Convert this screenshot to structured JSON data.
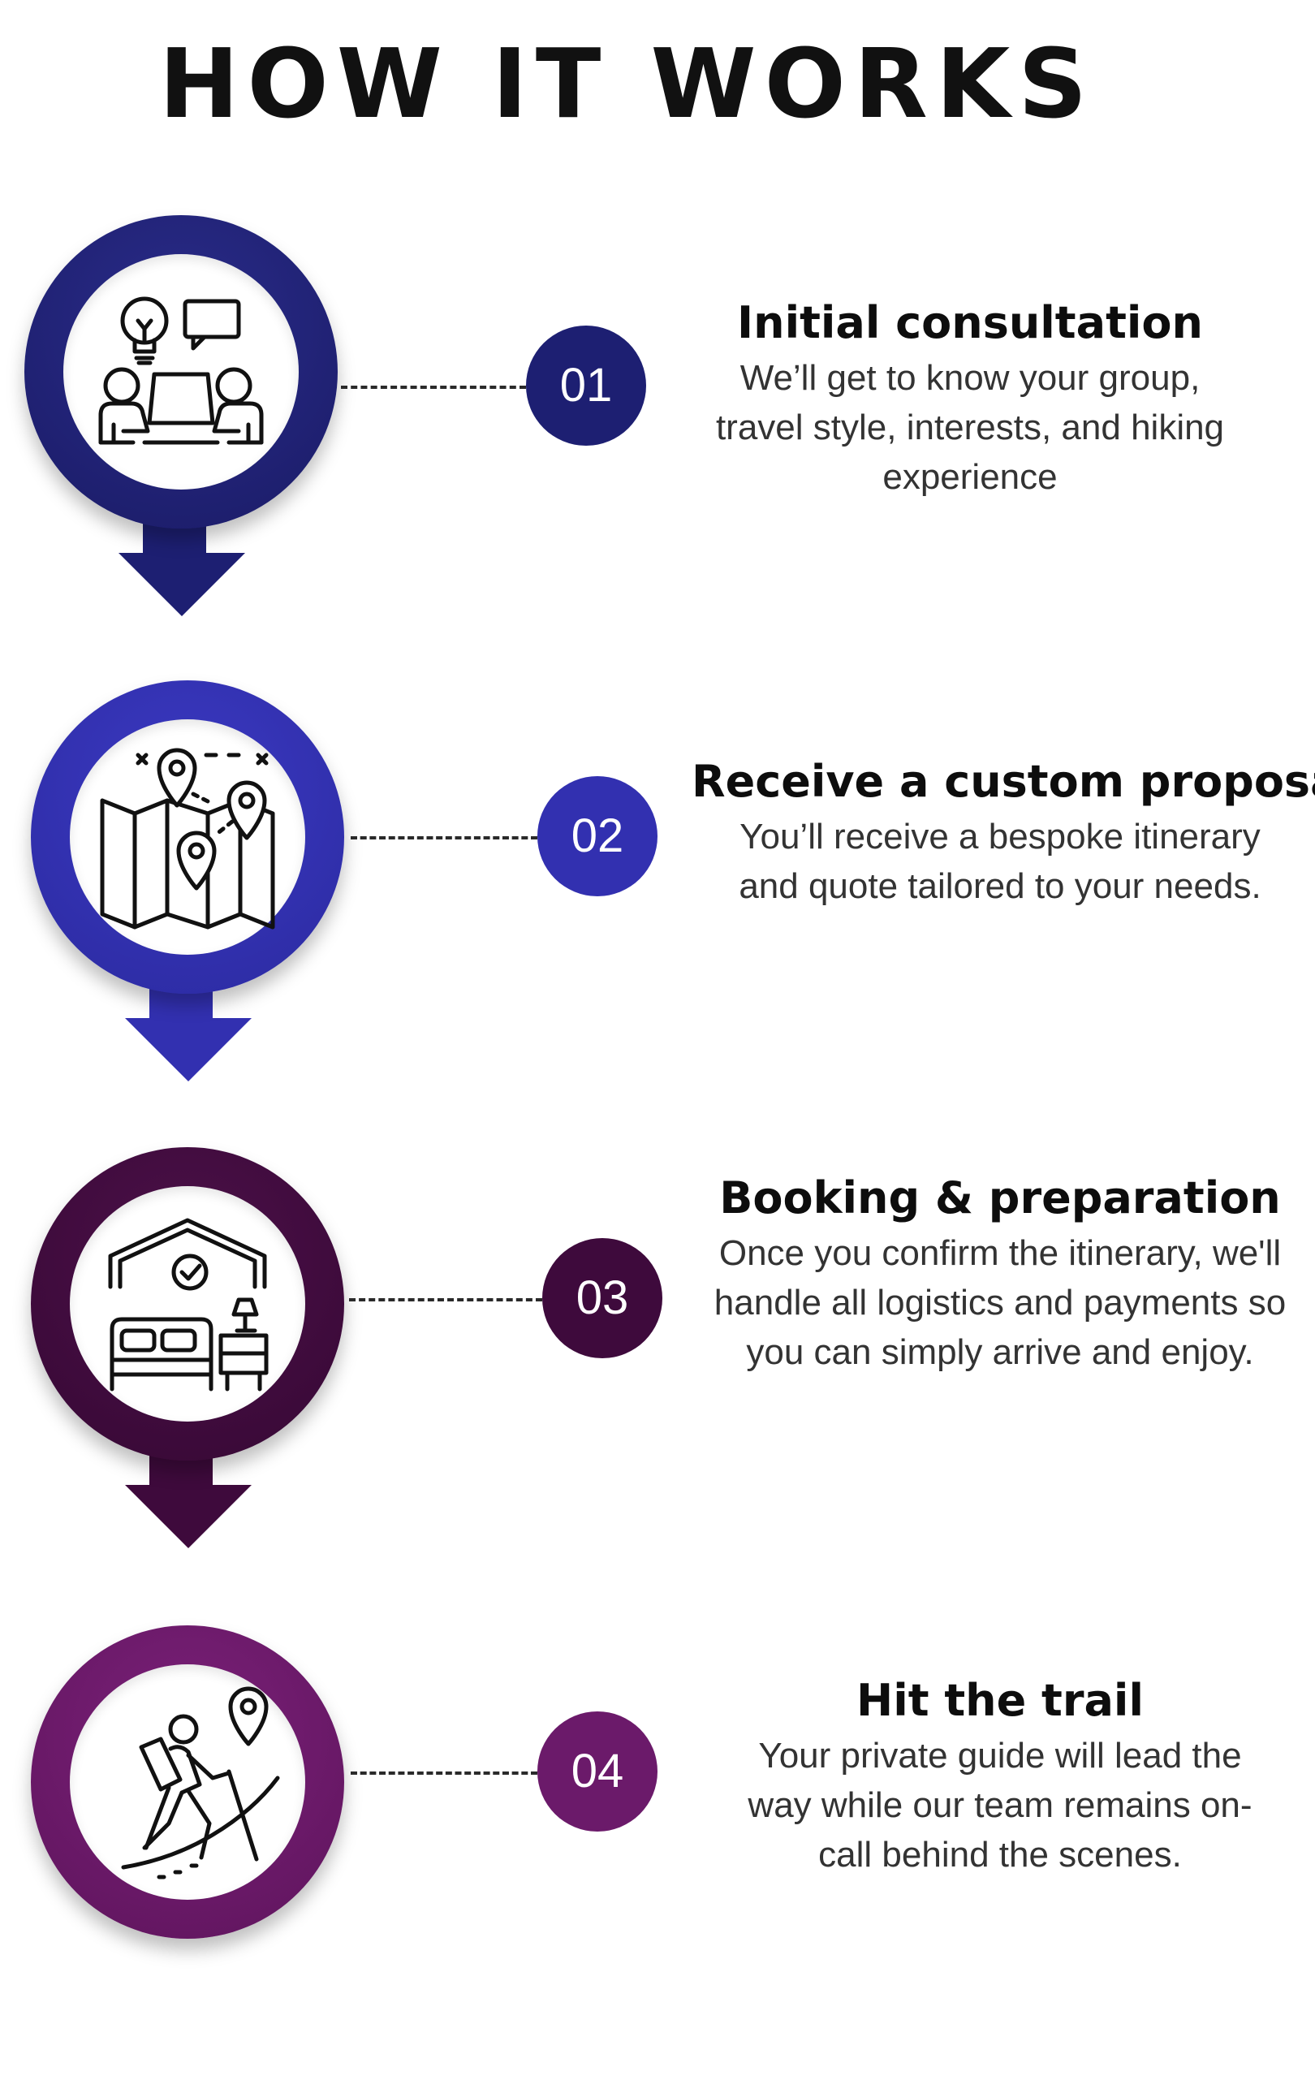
{
  "title": "HOW IT WORKS",
  "colors": {
    "step1": "#1d1f72",
    "step2": "#3230b0",
    "step3": "#3e0a3c",
    "step4": "#6b1a6a"
  },
  "steps": [
    {
      "number": "01",
      "title": "Initial consultation",
      "description": "We’ll get to know your group, travel style, interests, and hiking experience",
      "icon": "consultation-icon"
    },
    {
      "number": "02",
      "title": "Receive a custom proposal",
      "description": "You’ll receive a bespoke itinerary and quote tailored to your needs.",
      "icon": "map-pins-icon"
    },
    {
      "number": "03",
      "title": "Booking & preparation",
      "description": "Once you confirm the itinerary, we'll handle all logistics and payments so you can simply arrive and enjoy.",
      "icon": "booked-room-icon"
    },
    {
      "number": "04",
      "title": "Hit the trail",
      "description": "Your private guide will lead the way while our team remains on-call behind the scenes.",
      "icon": "hiker-icon"
    }
  ]
}
